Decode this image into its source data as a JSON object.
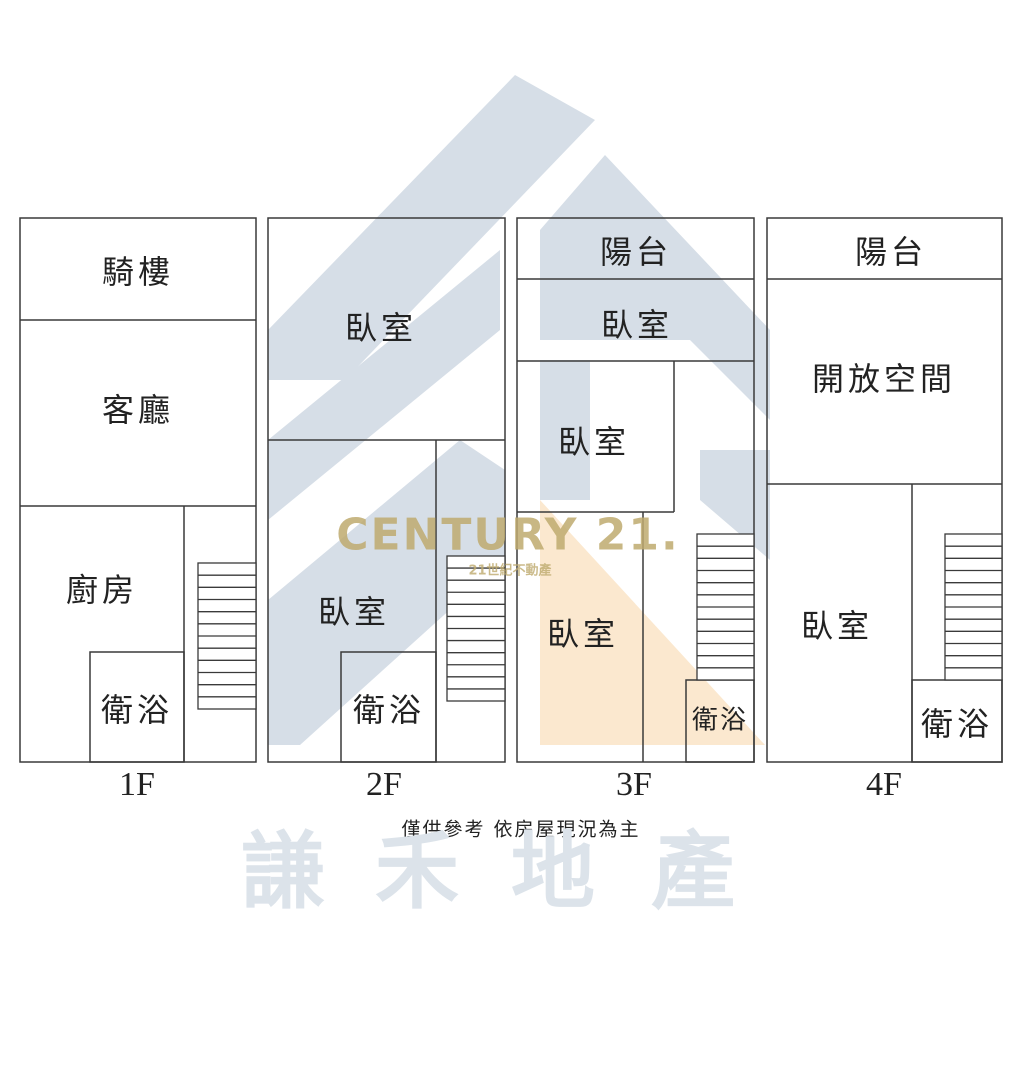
{
  "floors": [
    {
      "label": "1F",
      "rooms": [
        "騎樓",
        "客廳",
        "廚房",
        "衛浴"
      ]
    },
    {
      "label": "2F",
      "rooms": [
        "臥室",
        "臥室",
        "衛浴"
      ]
    },
    {
      "label": "3F",
      "rooms": [
        "陽台",
        "臥室",
        "臥室",
        "臥室",
        "衛浴"
      ]
    },
    {
      "label": "4F",
      "rooms": [
        "陽台",
        "開放空間",
        "臥室",
        "衛浴"
      ]
    }
  ],
  "note": "僅供參考 依房屋現況為主",
  "watermark": {
    "brand": "CENTURY 21.",
    "brand_sub": "21世紀不動產",
    "company": [
      "謙",
      "禾",
      "地",
      "產"
    ]
  },
  "colors": {
    "lines": "#333333",
    "watermark_blue": "#d3dbe5",
    "watermark_orange": "#fbe8cf",
    "brand_gold": "#beaa6e"
  }
}
